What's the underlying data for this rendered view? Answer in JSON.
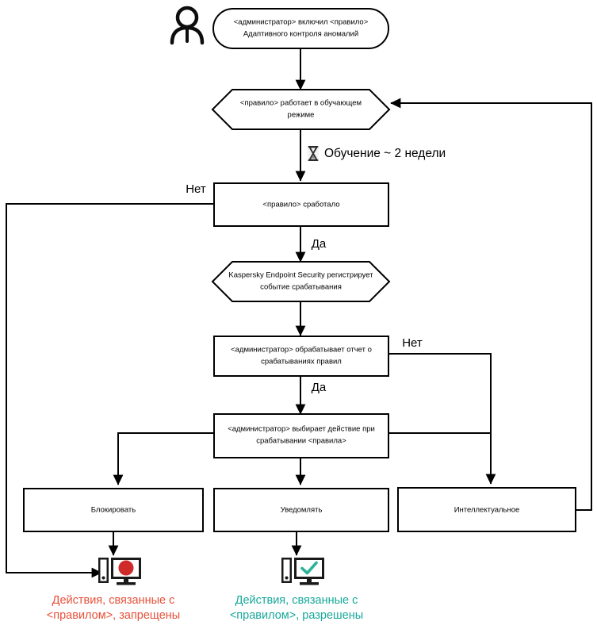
{
  "diagram": {
    "title": "Adaptive Anomaly Control rule workflow",
    "nodes": {
      "actor": {
        "name": "administrator-actor-icon"
      },
      "start": {
        "line1": "<администратор> включил <правило>",
        "line2": "Адаптивного контроля аномалий"
      },
      "learning_mode": {
        "line1": "<правило>  работает в обучающем",
        "line2": "режиме"
      },
      "rule_triggered": {
        "line1": "<правило> сработало"
      },
      "kes_registers": {
        "line1": "Kaspersky Endpoint Security регистрирует",
        "line2": "событие срабатывания"
      },
      "admin_processes_report": {
        "line1": "<администратор> обрабатывает отчет о",
        "line2": "срабатываниях правил"
      },
      "admin_selects_action": {
        "line1": "<администратор> выбирает действие при",
        "line2": "срабатывании <правила>"
      },
      "action_block": {
        "line1": "Блокировать"
      },
      "action_notify": {
        "line1": "Уведомлять"
      },
      "action_smart": {
        "line1": "Интеллектуальное"
      }
    },
    "edge_labels": {
      "learning_note": "Обучение ~ 2 недели",
      "triggered_no": "Нет",
      "triggered_yes": "Да",
      "report_no": "Нет",
      "report_yes": "Да"
    },
    "outcomes": {
      "denied": {
        "line1": "Действия, связанные с",
        "line2": "<правилом>, запрещены",
        "color": "#e8503a",
        "icon": "monitor-blocked-icon"
      },
      "allowed": {
        "line1": "Действия, связанные с",
        "line2": "<правилом>, разрешены",
        "color": "#17a89a",
        "icon": "monitor-allowed-icon"
      }
    },
    "icons": {
      "hourglass": "hourglass-icon",
      "actor": "person-icon"
    },
    "colors": {
      "stroke": "#000000",
      "fill": "#ffffff",
      "deny": "#e8503a",
      "allow": "#17a89a",
      "deny_icon": "#cf2b2b",
      "allow_icon": "#2eb39a"
    }
  }
}
